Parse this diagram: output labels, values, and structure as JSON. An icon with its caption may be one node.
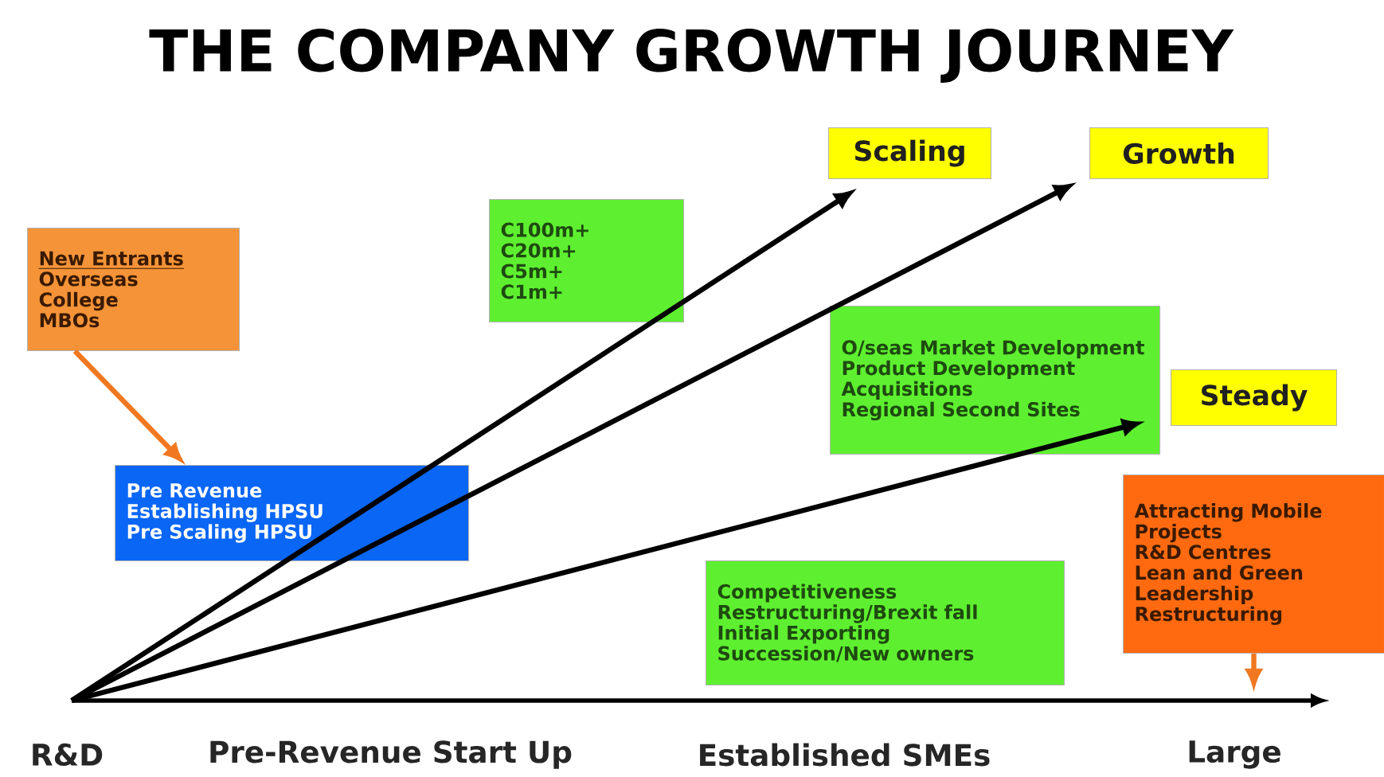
{
  "diagram": {
    "title": "THE COMPANY GROWTH JOURNEY",
    "nodes": [
      {
        "text": [
          "New Entrants",
          "Overseas",
          "College",
          "MBOs"
        ]
      },
      {
        "text": [
          "C100m+",
          "C20m+",
          "C5m+",
          "C1m+"
        ]
      },
      {
        "text": [
          "Scaling"
        ]
      },
      {
        "text": [
          "Growth"
        ]
      },
      {
        "text": [
          "O/seas Market Development",
          "Product Development",
          "Acquisitions",
          "Regional Second Sites"
        ]
      },
      {
        "text": [
          "Steady"
        ]
      },
      {
        "text": [
          "Pre Revenue",
          "Establishing HPSU",
          "Pre Scaling HPSU"
        ]
      },
      {
        "text": [
          "Attracting Mobile Projects",
          "R&D Centres",
          "Lean and Green",
          "Leadership",
          "Restructuring"
        ]
      },
      {
        "text": [
          "Competitiveness",
          "Restructuring/Brexit fall",
          "Initial Exporting",
          "Succession/New owners"
        ]
      }
    ],
    "edges": [
      {
        "from": 0,
        "to": 6,
        "arrow": "to",
        "color": "#f07820"
      },
      {
        "from": null,
        "to": 2,
        "arrow": "to"
      },
      {
        "from": null,
        "to": 3,
        "arrow": "to"
      },
      {
        "from": null,
        "to": 5,
        "arrow": "to"
      },
      {
        "from": 7,
        "to": null,
        "arrow": "to",
        "color": "#f07820"
      }
    ],
    "labels": [
      "R&D",
      "Pre-Revenue Start Up",
      "Established SMEs",
      "Large"
    ]
  }
}
